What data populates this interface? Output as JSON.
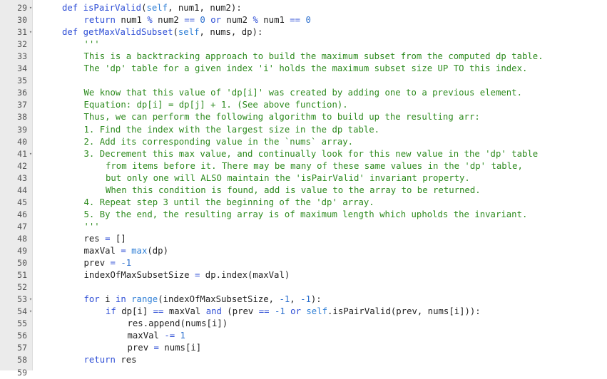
{
  "editor": {
    "fold_marker": "▾",
    "lines": [
      {
        "n": "29",
        "fold": true,
        "indent": 0,
        "tokens": [
          {
            "t": "def ",
            "c": "kw"
          },
          {
            "t": "isPairValid",
            "c": "fn"
          },
          {
            "t": "(",
            "c": "plain"
          },
          {
            "t": "self",
            "c": "self"
          },
          {
            "t": ", num1, num2):",
            "c": "plain"
          }
        ]
      },
      {
        "n": "30",
        "fold": false,
        "indent": 1,
        "tokens": [
          {
            "t": "return ",
            "c": "kw"
          },
          {
            "t": "num1 ",
            "c": "plain"
          },
          {
            "t": "%",
            "c": "op"
          },
          {
            "t": " num2 ",
            "c": "plain"
          },
          {
            "t": "==",
            "c": "op"
          },
          {
            "t": " ",
            "c": "plain"
          },
          {
            "t": "0",
            "c": "num"
          },
          {
            "t": " ",
            "c": "plain"
          },
          {
            "t": "or",
            "c": "kw"
          },
          {
            "t": " num2 ",
            "c": "plain"
          },
          {
            "t": "%",
            "c": "op"
          },
          {
            "t": " num1 ",
            "c": "plain"
          },
          {
            "t": "==",
            "c": "op"
          },
          {
            "t": " ",
            "c": "plain"
          },
          {
            "t": "0",
            "c": "num"
          }
        ]
      },
      {
        "n": "31",
        "fold": true,
        "indent": 0,
        "tokens": [
          {
            "t": "def ",
            "c": "kw"
          },
          {
            "t": "getMaxValidSubset",
            "c": "fn"
          },
          {
            "t": "(",
            "c": "plain"
          },
          {
            "t": "self",
            "c": "self"
          },
          {
            "t": ", nums, dp):",
            "c": "plain"
          }
        ]
      },
      {
        "n": "32",
        "fold": false,
        "indent": 1,
        "tokens": [
          {
            "t": "'''",
            "c": "str"
          }
        ]
      },
      {
        "n": "33",
        "fold": false,
        "indent": 1,
        "tokens": [
          {
            "t": "This is a backtracking approach to build the maximum subset from the computed dp table.",
            "c": "str"
          }
        ]
      },
      {
        "n": "34",
        "fold": false,
        "indent": 1,
        "tokens": [
          {
            "t": "The 'dp' table for a given index 'i' holds the maximum subset size UP TO this index.",
            "c": "str"
          }
        ]
      },
      {
        "n": "35",
        "fold": false,
        "indent": 0,
        "tokens": []
      },
      {
        "n": "36",
        "fold": false,
        "indent": 1,
        "tokens": [
          {
            "t": "We know that this value of 'dp[i]' was created by adding one to a previous element.",
            "c": "str"
          }
        ]
      },
      {
        "n": "37",
        "fold": false,
        "indent": 1,
        "tokens": [
          {
            "t": "Equation: dp[i] = dp[j] + 1. (See above function).",
            "c": "str"
          }
        ]
      },
      {
        "n": "38",
        "fold": false,
        "indent": 1,
        "tokens": [
          {
            "t": "Thus, we can perform the following algorithm to build up the resulting arr:",
            "c": "str"
          }
        ]
      },
      {
        "n": "39",
        "fold": false,
        "indent": 1,
        "tokens": [
          {
            "t": "1. Find the index with the largest size in the dp table.",
            "c": "str"
          }
        ]
      },
      {
        "n": "40",
        "fold": false,
        "indent": 1,
        "tokens": [
          {
            "t": "2. Add its corresponding value in the `nums` array.",
            "c": "str"
          }
        ]
      },
      {
        "n": "41",
        "fold": true,
        "indent": 1,
        "tokens": [
          {
            "t": "3. Decrement this max value, and continually look for this new value in the 'dp' table",
            "c": "str"
          }
        ]
      },
      {
        "n": "42",
        "fold": false,
        "indent": 2,
        "tokens": [
          {
            "t": "from items before it. There may be many of these same values in the 'dp' table,",
            "c": "str"
          }
        ]
      },
      {
        "n": "43",
        "fold": false,
        "indent": 2,
        "tokens": [
          {
            "t": "but only one will ALSO maintain the 'isPairValid' invariant property.",
            "c": "str"
          }
        ]
      },
      {
        "n": "44",
        "fold": false,
        "indent": 2,
        "tokens": [
          {
            "t": "When this condition is found, add is value to the array to be returned.",
            "c": "str"
          }
        ]
      },
      {
        "n": "45",
        "fold": false,
        "indent": 1,
        "tokens": [
          {
            "t": "4. Repeat step 3 until the beginning of the 'dp' array.",
            "c": "str"
          }
        ]
      },
      {
        "n": "46",
        "fold": false,
        "indent": 1,
        "tokens": [
          {
            "t": "5. By the end, the resulting array is of maximum length which upholds the invariant.",
            "c": "str"
          }
        ]
      },
      {
        "n": "47",
        "fold": false,
        "indent": 1,
        "tokens": [
          {
            "t": "'''",
            "c": "str"
          }
        ]
      },
      {
        "n": "48",
        "fold": false,
        "indent": 1,
        "tokens": [
          {
            "t": "res ",
            "c": "plain"
          },
          {
            "t": "=",
            "c": "op"
          },
          {
            "t": " []",
            "c": "plain"
          }
        ]
      },
      {
        "n": "49",
        "fold": false,
        "indent": 1,
        "tokens": [
          {
            "t": "maxVal ",
            "c": "plain"
          },
          {
            "t": "=",
            "c": "op"
          },
          {
            "t": " ",
            "c": "plain"
          },
          {
            "t": "max",
            "c": "bi"
          },
          {
            "t": "(dp)",
            "c": "plain"
          }
        ]
      },
      {
        "n": "50",
        "fold": false,
        "indent": 1,
        "tokens": [
          {
            "t": "prev ",
            "c": "plain"
          },
          {
            "t": "=",
            "c": "op"
          },
          {
            "t": " ",
            "c": "plain"
          },
          {
            "t": "-1",
            "c": "num"
          }
        ]
      },
      {
        "n": "51",
        "fold": false,
        "indent": 1,
        "tokens": [
          {
            "t": "indexOfMaxSubsetSize ",
            "c": "plain"
          },
          {
            "t": "=",
            "c": "op"
          },
          {
            "t": " dp.index(maxVal)",
            "c": "plain"
          }
        ]
      },
      {
        "n": "52",
        "fold": false,
        "indent": 0,
        "tokens": []
      },
      {
        "n": "53",
        "fold": true,
        "indent": 1,
        "tokens": [
          {
            "t": "for",
            "c": "kw"
          },
          {
            "t": " i ",
            "c": "plain"
          },
          {
            "t": "in",
            "c": "kw"
          },
          {
            "t": " ",
            "c": "plain"
          },
          {
            "t": "range",
            "c": "bi"
          },
          {
            "t": "(indexOfMaxSubsetSize, ",
            "c": "plain"
          },
          {
            "t": "-1",
            "c": "num"
          },
          {
            "t": ", ",
            "c": "plain"
          },
          {
            "t": "-1",
            "c": "num"
          },
          {
            "t": "):",
            "c": "plain"
          }
        ]
      },
      {
        "n": "54",
        "fold": true,
        "indent": 2,
        "tokens": [
          {
            "t": "if",
            "c": "kw"
          },
          {
            "t": " dp[i] ",
            "c": "plain"
          },
          {
            "t": "==",
            "c": "op"
          },
          {
            "t": " maxVal ",
            "c": "plain"
          },
          {
            "t": "and",
            "c": "kw"
          },
          {
            "t": " (prev ",
            "c": "plain"
          },
          {
            "t": "==",
            "c": "op"
          },
          {
            "t": " ",
            "c": "plain"
          },
          {
            "t": "-1",
            "c": "num"
          },
          {
            "t": " ",
            "c": "plain"
          },
          {
            "t": "or",
            "c": "kw"
          },
          {
            "t": " ",
            "c": "plain"
          },
          {
            "t": "self",
            "c": "self"
          },
          {
            "t": ".isPairValid(prev, nums[i])):",
            "c": "plain"
          }
        ]
      },
      {
        "n": "55",
        "fold": false,
        "indent": 3,
        "tokens": [
          {
            "t": "res.append(nums[i])",
            "c": "plain"
          }
        ]
      },
      {
        "n": "56",
        "fold": false,
        "indent": 3,
        "tokens": [
          {
            "t": "maxVal ",
            "c": "plain"
          },
          {
            "t": "-=",
            "c": "op"
          },
          {
            "t": " ",
            "c": "plain"
          },
          {
            "t": "1",
            "c": "num"
          }
        ]
      },
      {
        "n": "57",
        "fold": false,
        "indent": 3,
        "tokens": [
          {
            "t": "prev ",
            "c": "plain"
          },
          {
            "t": "=",
            "c": "op"
          },
          {
            "t": " nums[i]",
            "c": "plain"
          }
        ]
      },
      {
        "n": "58",
        "fold": false,
        "indent": 1,
        "tokens": [
          {
            "t": "return",
            "c": "kw"
          },
          {
            "t": " res",
            "c": "plain"
          }
        ]
      },
      {
        "n": "59",
        "fold": false,
        "indent": 0,
        "tokens": []
      }
    ]
  }
}
